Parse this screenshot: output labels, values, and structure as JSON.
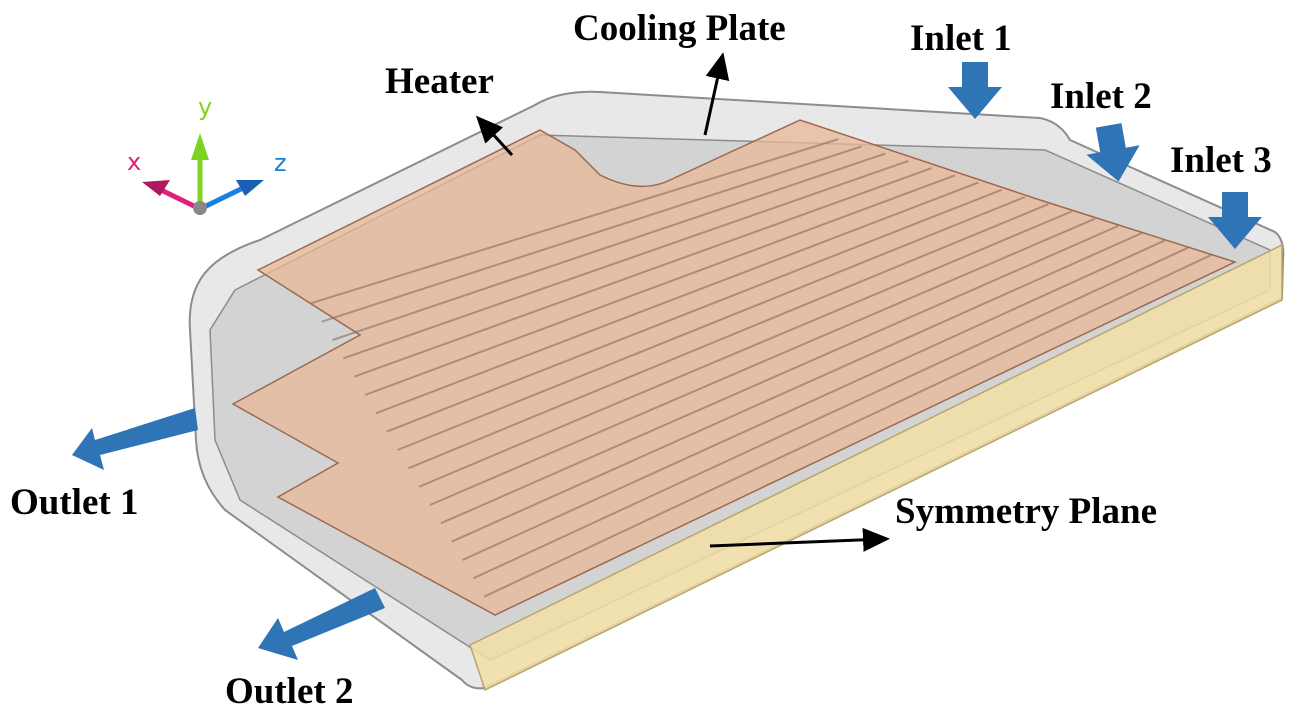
{
  "labels": {
    "cooling_plate": "Cooling Plate",
    "heater": "Heater",
    "inlet_1": "Inlet 1",
    "inlet_2": "Inlet 2",
    "inlet_3": "Inlet 3",
    "outlet_1": "Outlet 1",
    "outlet_2": "Outlet 2",
    "symmetry_plane": "Symmetry Plane"
  },
  "axes": {
    "x": "x",
    "y": "y",
    "z": "z"
  },
  "colors": {
    "flow_arrow": "#2f74b5",
    "heater": "#e8b89a",
    "housing": "#b9b9b9",
    "symmetry": "#f3dfa6",
    "x_axis": "#e0207a",
    "y_axis": "#7ed321",
    "z_axis": "#1a7fe0"
  }
}
